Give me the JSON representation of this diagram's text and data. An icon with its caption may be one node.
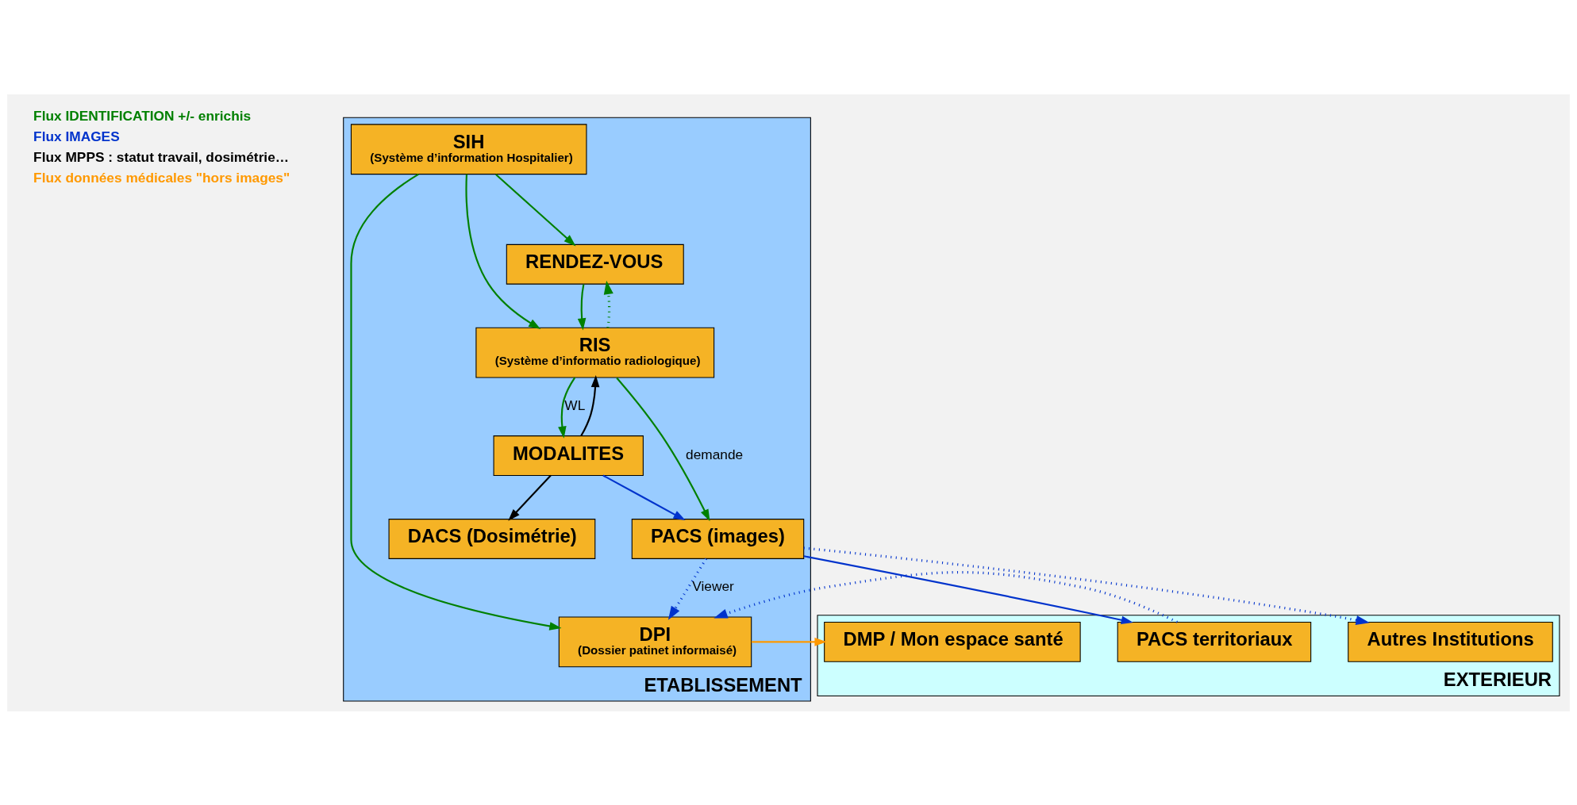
{
  "diagram": {
    "nodes": [
      {
        "text": [
          "ETABLISSEMENT"
        ]
      },
      {
        "text": [
          "SIH",
          "(Système d’information Hospitalier)"
        ],
        "in": 0
      },
      {
        "text": [
          "RENDEZ-VOUS"
        ],
        "in": 0
      },
      {
        "text": [
          "DPI",
          "(Dossier patinet informaisé)"
        ],
        "in": 0
      },
      {
        "text": [
          "RIS",
          "(Système d’informatio radiologique)"
        ],
        "in": 0
      },
      {
        "text": [
          "PACS (images)"
        ],
        "in": 0
      },
      {
        "text": [
          "MODALITES"
        ],
        "in": 0
      },
      {
        "text": [
          "DACS (Dosimétrie)"
        ],
        "in": 0
      },
      {
        "text": [
          "EXTERIEUR"
        ]
      },
      {
        "text": [
          "DMP / Mon espace santé"
        ],
        "in": 8
      },
      {
        "text": [
          "PACS territoriaux"
        ],
        "in": 8
      },
      {
        "text": [
          "Autres Institutions"
        ],
        "in": 8
      }
    ],
    "edges": [
      {
        "from": 1,
        "to": 2,
        "arrow": "to",
        "color": "#008000"
      },
      {
        "from": 1,
        "to": 4,
        "arrow": "to",
        "color": "#008000"
      },
      {
        "from": 1,
        "to": 3,
        "arrow": "to",
        "color": "#008000"
      },
      {
        "from": 2,
        "to": 4,
        "arrow": "to",
        "color": "#008000"
      },
      {
        "from": 4,
        "to": 2,
        "arrow": "to",
        "style": "dashed",
        "color": "#008000"
      },
      {
        "from": 4,
        "to": 5,
        "arrow": "to",
        "label": "demande",
        "color": "#008000"
      },
      {
        "from": 4,
        "to": 6,
        "arrow": "to",
        "label": "WL",
        "color": "#008000"
      },
      {
        "from": 6,
        "to": 4,
        "arrow": "to",
        "color": "#000000"
      },
      {
        "from": 6,
        "to": 5,
        "arrow": "to",
        "color": "#0033cc"
      },
      {
        "from": 6,
        "to": 7,
        "arrow": "to",
        "color": "#000000"
      },
      {
        "from": 5,
        "to": 3,
        "arrow": "to",
        "label": "Viewer",
        "style": "dashed",
        "color": "#0033cc"
      },
      {
        "from": 3,
        "to": 9,
        "arrow": "to",
        "color": "#ff9900"
      },
      {
        "from": 5,
        "to": 10,
        "arrow": "to",
        "color": "#0033cc"
      },
      {
        "from": 5,
        "to": 11,
        "arrow": "to",
        "style": "dashed",
        "color": "#0033cc"
      },
      {
        "from": 10,
        "to": 3,
        "arrow": "to",
        "style": "dashed",
        "color": "#0033cc"
      }
    ],
    "legend": [
      {
        "text": "Flux IDENTIFICATION +/- enrichis",
        "color": "#008000"
      },
      {
        "text": "Flux IMAGES",
        "color": "#0033cc"
      },
      {
        "text": "Flux MPPS : statut travail, dosimétrie…",
        "color": "#000000"
      },
      {
        "text": "Flux données médicales \"hors images\"",
        "color": "#ff9900"
      }
    ]
  }
}
